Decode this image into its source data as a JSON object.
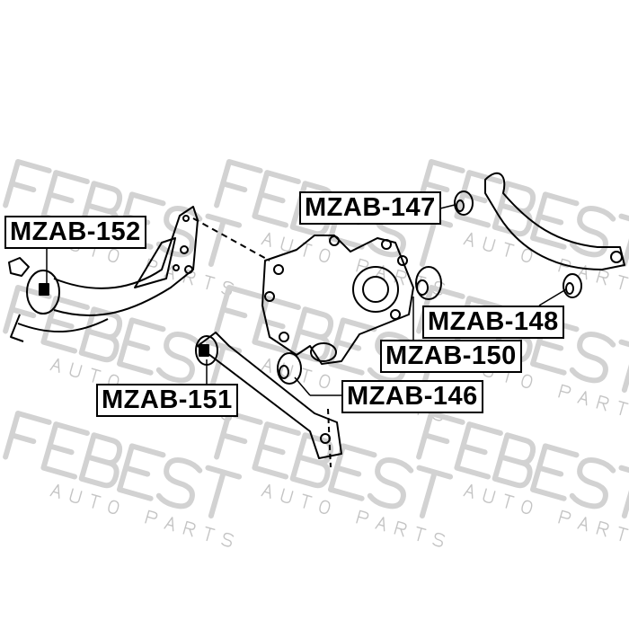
{
  "watermark": {
    "brand": "FEBEST",
    "tagline": "AUTO PARTS"
  },
  "parts": [
    {
      "id": "mzab147",
      "label": "MZAB-147"
    },
    {
      "id": "mzab152",
      "label": "MZAB-152"
    },
    {
      "id": "mzab148",
      "label": "MZAB-148"
    },
    {
      "id": "mzab150",
      "label": "MZAB-150"
    },
    {
      "id": "mzab151",
      "label": "MZAB-151"
    },
    {
      "id": "mzab146",
      "label": "MZAB-146"
    }
  ]
}
